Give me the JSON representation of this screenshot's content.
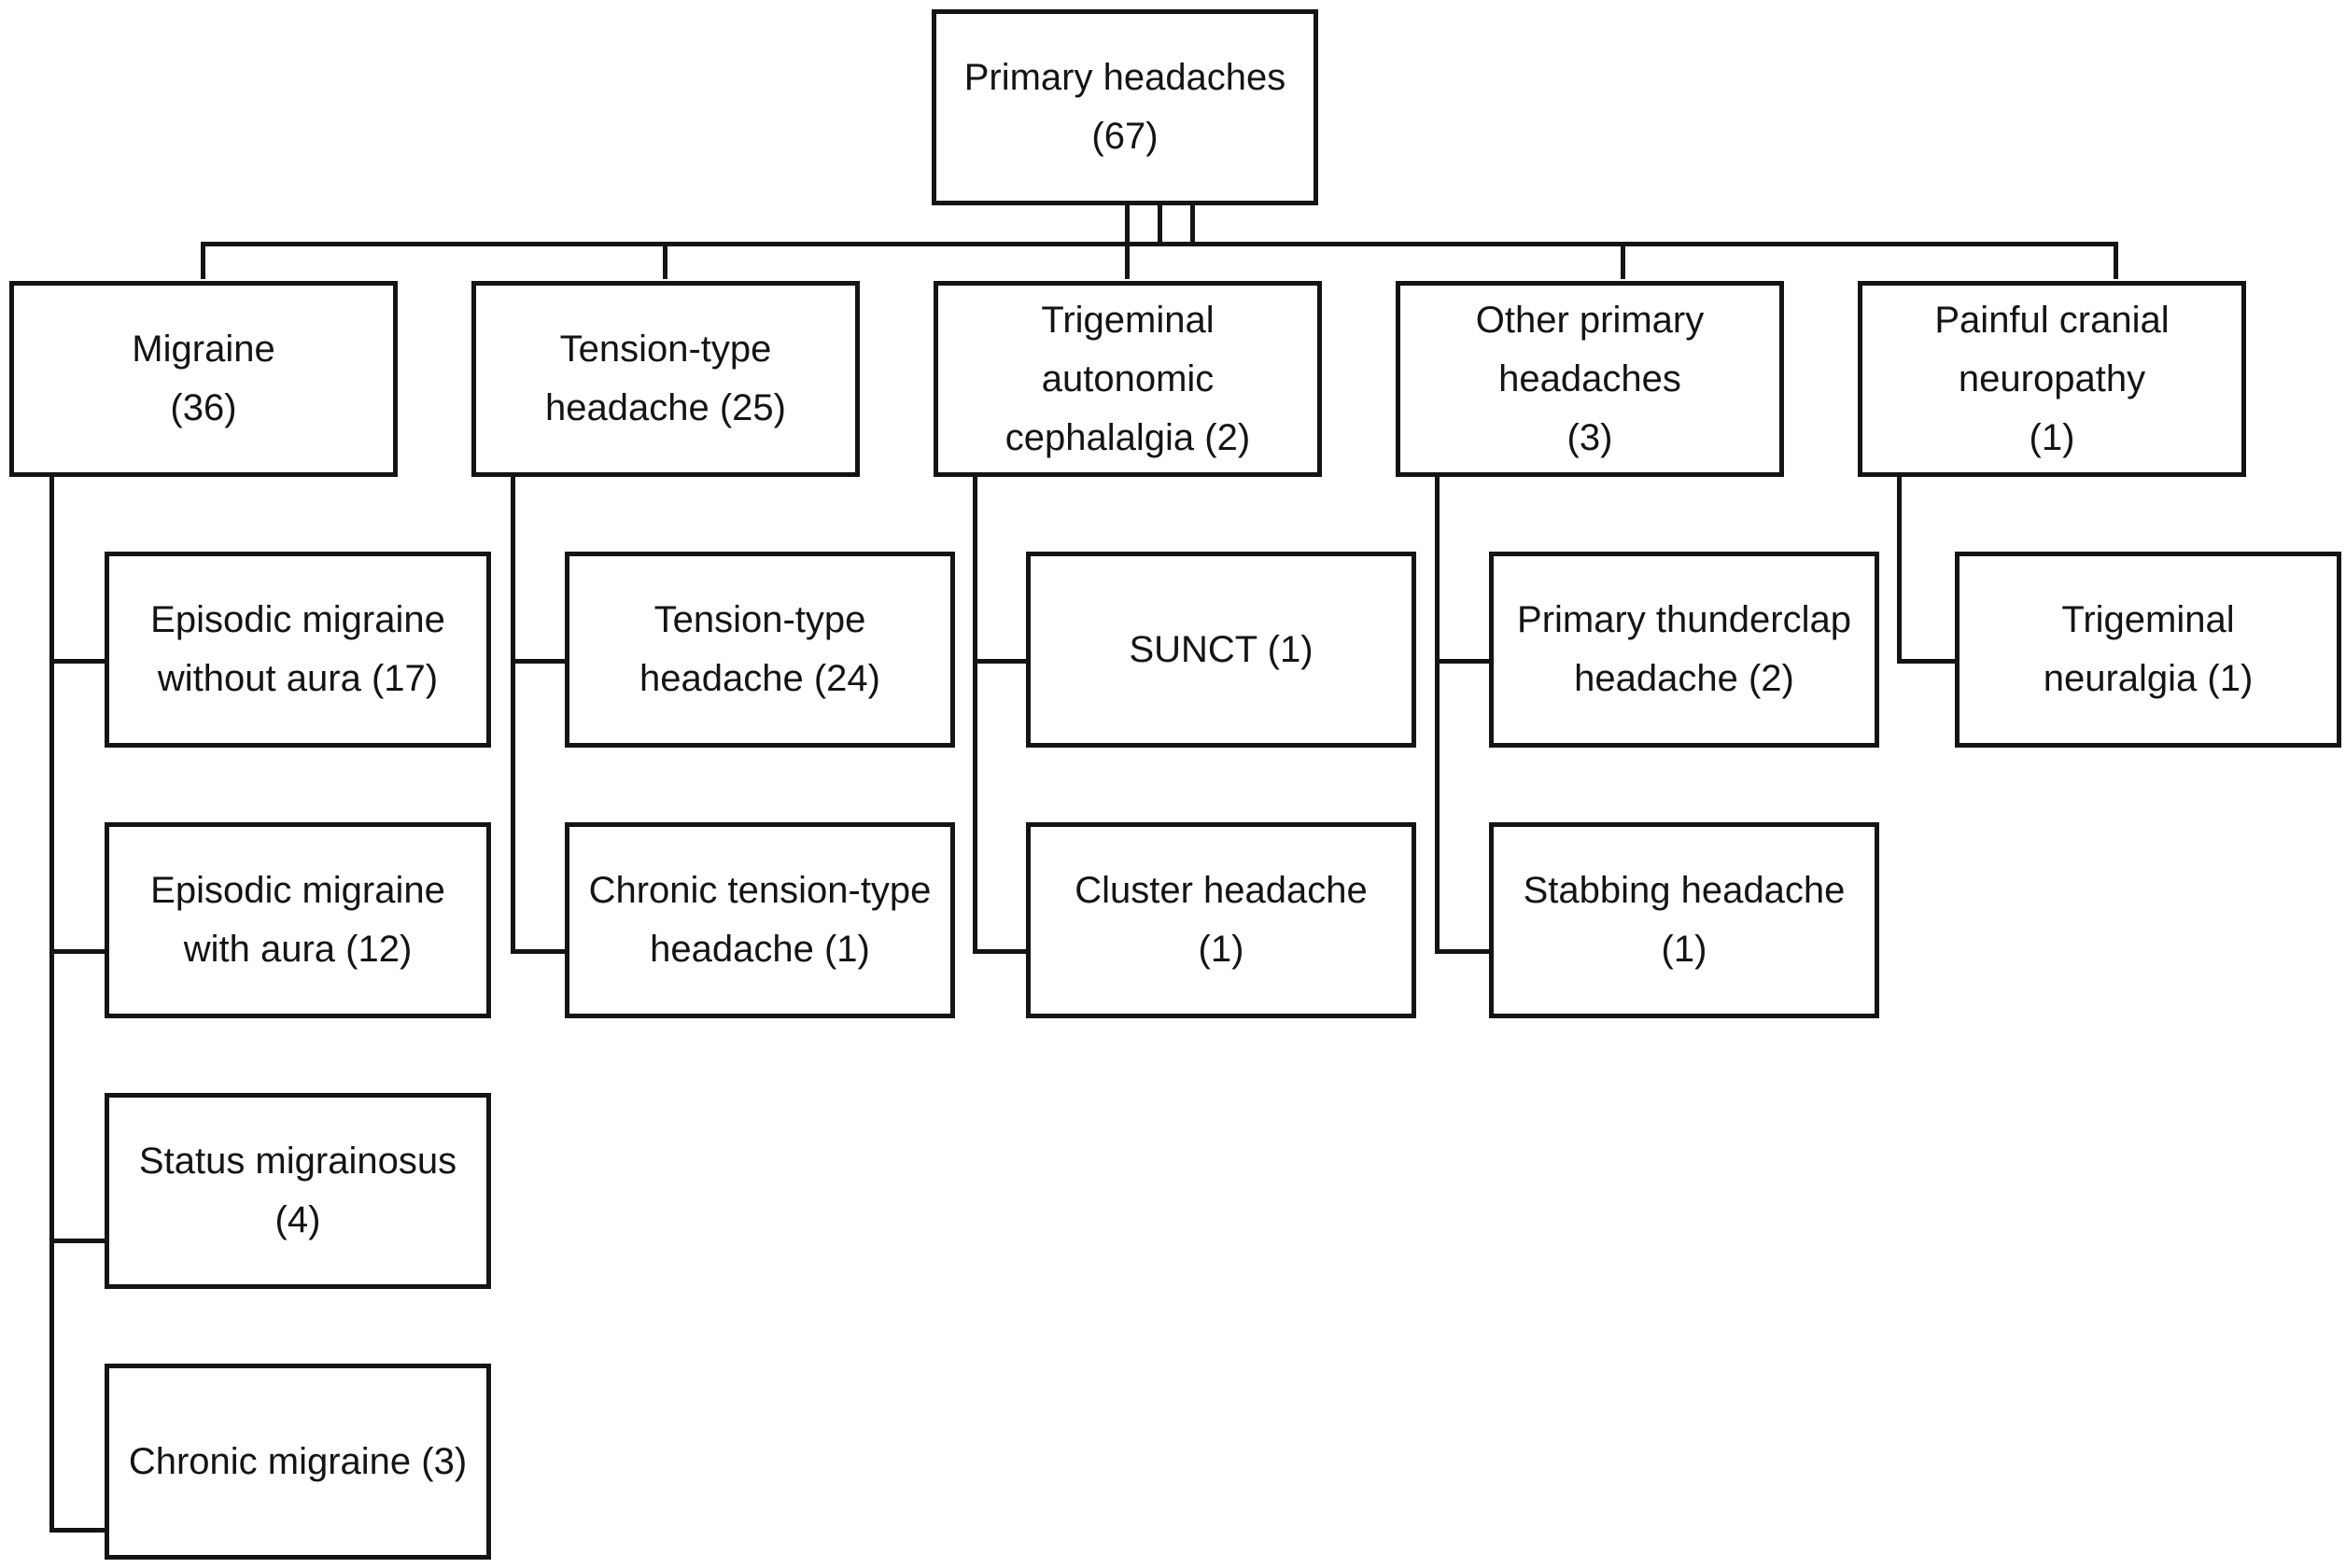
{
  "root": {
    "lines": [
      "Primary headaches",
      "(67)"
    ]
  },
  "categories": [
    {
      "lines": [
        "Migraine",
        "(36)"
      ],
      "children": [
        {
          "lines": [
            "Episodic migraine",
            "without aura (17)"
          ]
        },
        {
          "lines": [
            "Episodic migraine",
            "with aura (12)"
          ]
        },
        {
          "lines": [
            "Status migrainosus",
            "(4)"
          ]
        },
        {
          "lines": [
            "Chronic migraine (3)"
          ]
        }
      ]
    },
    {
      "lines": [
        "Tension-type",
        "headache (25)"
      ],
      "children": [
        {
          "lines": [
            "Tension-type",
            "headache (24)"
          ]
        },
        {
          "lines": [
            "Chronic tension-type",
            "headache (1)"
          ]
        }
      ]
    },
    {
      "lines": [
        "Trigeminal",
        "autonomic",
        "cephalalgia (2)"
      ],
      "children": [
        {
          "lines": [
            "SUNCT (1)"
          ]
        },
        {
          "lines": [
            "Cluster headache",
            "(1)"
          ]
        }
      ]
    },
    {
      "lines": [
        "Other primary",
        "headaches",
        "(3)"
      ],
      "children": [
        {
          "lines": [
            "Primary thunderclap",
            "headache (2)"
          ]
        },
        {
          "lines": [
            "Stabbing headache",
            "(1)"
          ]
        }
      ]
    },
    {
      "lines": [
        "Painful cranial",
        "neuropathy",
        "(1)"
      ],
      "children": [
        {
          "lines": [
            "Trigeminal",
            "neuralgia (1)"
          ]
        }
      ]
    }
  ],
  "colors": {
    "line": "#141414",
    "box_fill": "#ffffff",
    "text": "#141414"
  }
}
